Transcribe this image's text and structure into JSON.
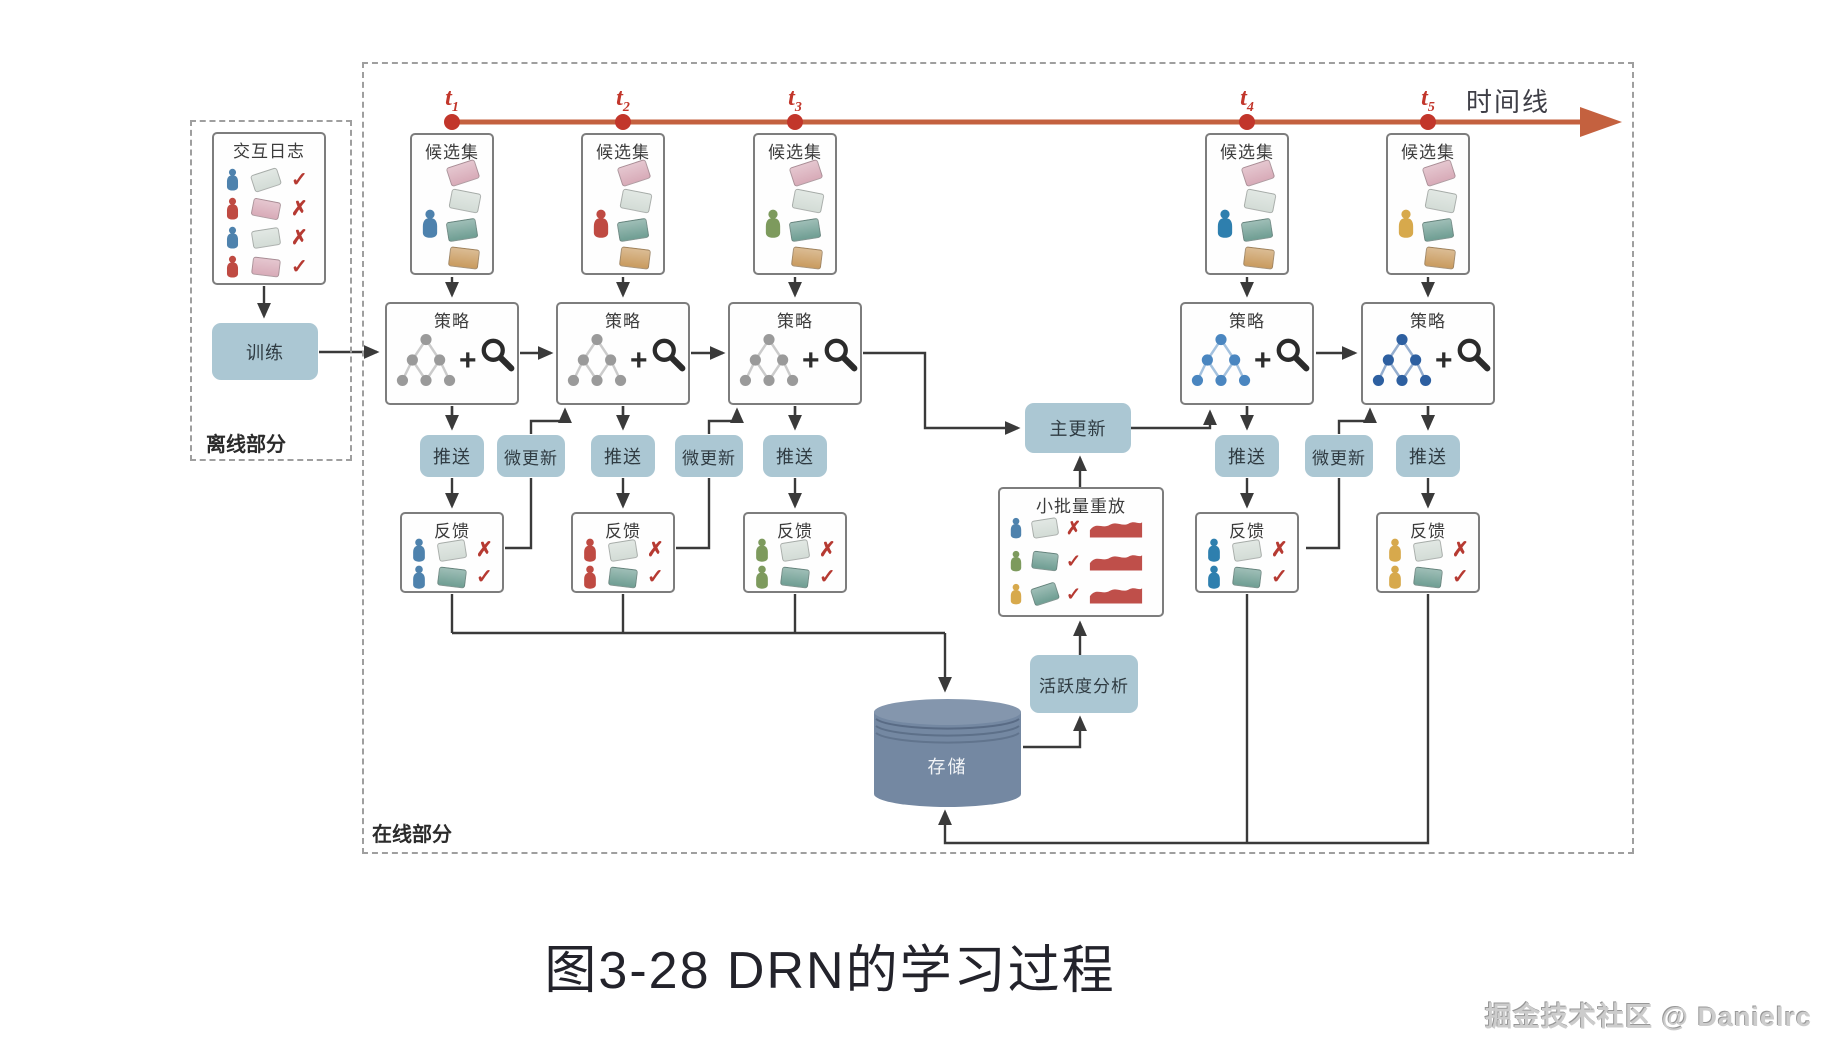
{
  "caption": "图3-28 DRN的学习过程",
  "watermark": "掘金技术社区 @ Danielrc",
  "timeline": {
    "label": "时间线",
    "ticks": [
      {
        "base": "t",
        "sub": "1"
      },
      {
        "base": "t",
        "sub": "2"
      },
      {
        "base": "t",
        "sub": "3"
      },
      {
        "base": "t",
        "sub": "4"
      },
      {
        "base": "t",
        "sub": "5"
      }
    ]
  },
  "offline": {
    "section_label": "离线部分",
    "train_label": "训练",
    "log": {
      "title": "交互日志",
      "rows": [
        {
          "person_color": "#4e82ad",
          "doc_color": "#d3dcd6",
          "mark": "✓",
          "mark_color": "#b63a32"
        },
        {
          "person_color": "#bf4a42",
          "doc_color": "#d8abb8",
          "mark": "✗",
          "mark_color": "#b63a32"
        },
        {
          "person_color": "#4e82ad",
          "doc_color": "#d3dcd6",
          "mark": "✗",
          "mark_color": "#b63a32"
        },
        {
          "person_color": "#bf4a42",
          "doc_color": "#d8abb8",
          "mark": "✓",
          "mark_color": "#b63a32"
        }
      ]
    }
  },
  "online": {
    "section_label": "在线部分",
    "major_update_label": "主更新",
    "activity_label": "活跃度分析",
    "storage_label": "存储",
    "micro_updates": [
      "微更新",
      "微更新",
      "微更新"
    ],
    "replay": {
      "title": "小批量重放",
      "rows": [
        {
          "person_color": "#4e82ad",
          "doc_color": "#d3dcd6",
          "mark": "✗",
          "mark_color": "#b63a32"
        },
        {
          "person_color": "#7d9a5d",
          "doc_color": "#6f9e93",
          "mark": "✓",
          "mark_color": "#b63a32"
        },
        {
          "person_color": "#d7a94c",
          "doc_color": "#6f9e93",
          "mark": "✓",
          "mark_color": "#b63a32"
        }
      ]
    },
    "columns": [
      {
        "candidate_title": "候选集",
        "strategy_title": "策略",
        "push_label": "推送",
        "feedback_title": "反馈",
        "person_color": "#4e82ad",
        "tree_color": "#9a9a9a",
        "candidate_docs": [
          "#d8abb8",
          "#d3dcd6",
          "#6f9e93",
          "#c99b5f"
        ],
        "feedback_rows": [
          {
            "person_color": "#4e82ad",
            "doc_color": "#d3dcd6",
            "mark": "✗",
            "mark_color": "#b63a32"
          },
          {
            "person_color": "#4e82ad",
            "doc_color": "#6f9e93",
            "mark": "✓",
            "mark_color": "#b63a32"
          }
        ]
      },
      {
        "candidate_title": "候选集",
        "strategy_title": "策略",
        "push_label": "推送",
        "feedback_title": "反馈",
        "person_color": "#bf4a42",
        "tree_color": "#9a9a9a",
        "candidate_docs": [
          "#d8abb8",
          "#d3dcd6",
          "#6f9e93",
          "#c99b5f"
        ],
        "feedback_rows": [
          {
            "person_color": "#bf4a42",
            "doc_color": "#d3dcd6",
            "mark": "✗",
            "mark_color": "#b63a32"
          },
          {
            "person_color": "#bf4a42",
            "doc_color": "#6f9e93",
            "mark": "✓",
            "mark_color": "#b63a32"
          }
        ]
      },
      {
        "candidate_title": "候选集",
        "strategy_title": "策略",
        "push_label": "推送",
        "feedback_title": "反馈",
        "person_color": "#7d9a5d",
        "tree_color": "#9a9a9a",
        "candidate_docs": [
          "#d8abb8",
          "#d3dcd6",
          "#6f9e93",
          "#c99b5f"
        ],
        "feedback_rows": [
          {
            "person_color": "#7d9a5d",
            "doc_color": "#d3dcd6",
            "mark": "✗",
            "mark_color": "#b63a32"
          },
          {
            "person_color": "#7d9a5d",
            "doc_color": "#6f9e93",
            "mark": "✓",
            "mark_color": "#b63a32"
          }
        ]
      },
      {
        "candidate_title": "候选集",
        "strategy_title": "策略",
        "push_label": "推送",
        "feedback_title": "反馈",
        "person_color": "#2e7fae",
        "tree_color": "#4a86c0",
        "candidate_docs": [
          "#d8abb8",
          "#d3dcd6",
          "#6f9e93",
          "#c99b5f"
        ],
        "feedback_rows": [
          {
            "person_color": "#2e7fae",
            "doc_color": "#d3dcd6",
            "mark": "✗",
            "mark_color": "#b63a32"
          },
          {
            "person_color": "#2e7fae",
            "doc_color": "#6f9e93",
            "mark": "✓",
            "mark_color": "#b63a32"
          }
        ]
      },
      {
        "candidate_title": "候选集",
        "strategy_title": "策略",
        "push_label": "推送",
        "feedback_title": "反馈",
        "person_color": "#d7a94c",
        "tree_color": "#2d5fa0",
        "candidate_docs": [
          "#d8abb8",
          "#d3dcd6",
          "#6f9e93",
          "#c99b5f"
        ],
        "feedback_rows": [
          {
            "person_color": "#d7a94c",
            "doc_color": "#d3dcd6",
            "mark": "✗",
            "mark_color": "#b63a32"
          },
          {
            "person_color": "#d7a94c",
            "doc_color": "#6f9e93",
            "mark": "✓",
            "mark_color": "#b63a32"
          }
        ]
      }
    ]
  },
  "colors": {
    "timeline_line": "#c4613f",
    "timeline_dot": "#c2362b",
    "tick_text": "#c2362b",
    "soft_box": "#abc7d3",
    "box_border": "#7d7d7d",
    "wire": "#3a3a3a",
    "storage_fill": "#7488a2",
    "wave": "#bf4f4a"
  }
}
